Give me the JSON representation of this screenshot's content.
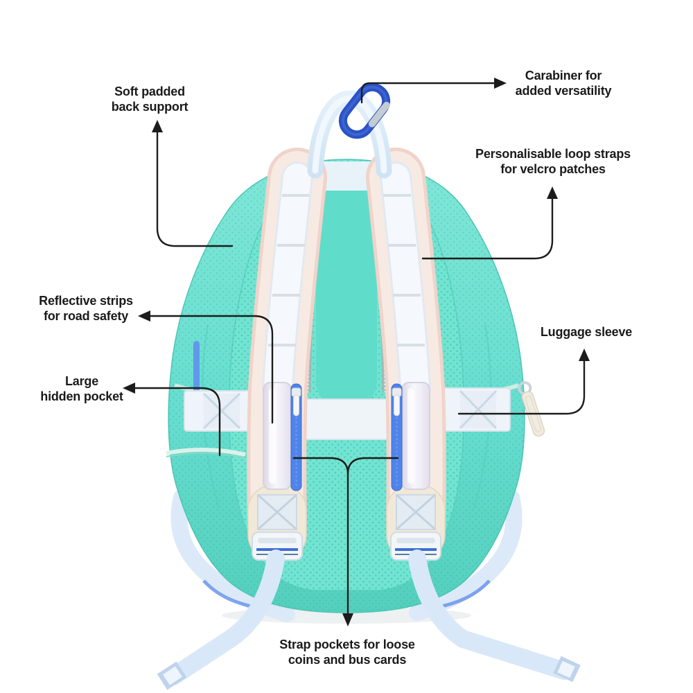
{
  "background": "#ffffff",
  "line_color": "#1c1c1c",
  "callouts": [
    {
      "id": "soft-padded-back-support",
      "line1": "Soft padded",
      "line2": "back support",
      "arrow_direction": "up"
    },
    {
      "id": "carabiner",
      "line1": "Carabiner for",
      "line2": "added versatility",
      "arrow_direction": "right"
    },
    {
      "id": "personalisable-loop-straps",
      "line1": "Personalisable loop straps",
      "line2": "for velcro patches",
      "arrow_direction": "up"
    },
    {
      "id": "reflective-strips",
      "line1": "Reflective strips",
      "line2": "for road safety",
      "arrow_direction": "left"
    },
    {
      "id": "luggage-sleeve",
      "line1": "Luggage sleeve",
      "line2": "",
      "arrow_direction": "up"
    },
    {
      "id": "large-hidden-pocket",
      "line1": "Large",
      "line2": "hidden pocket",
      "arrow_direction": "left"
    },
    {
      "id": "strap-pockets",
      "line1": "Strap pockets for loose",
      "line2": "coins and bus cards",
      "arrow_direction": "down"
    }
  ],
  "product": {
    "type": "backpack rear view",
    "colors": {
      "body_mint": "#6ee0cf",
      "body_mint_dark": "#4fc9b8",
      "perforation_dot": "#3db6a6",
      "strap_pearl": "#f7e9e1",
      "strap_pink_edge": "#f0d3ca",
      "webbing_white": "#f4f8fc",
      "reflective_silver": "#eceaf2",
      "zipper_blue": "#4f84ea",
      "carabiner_blue": "#2a52c5",
      "handle_blue": "#d9e9f7",
      "bottom_webbing_blue": "#d9e8f8",
      "strap_end_cream": "#f1e8d8"
    }
  }
}
